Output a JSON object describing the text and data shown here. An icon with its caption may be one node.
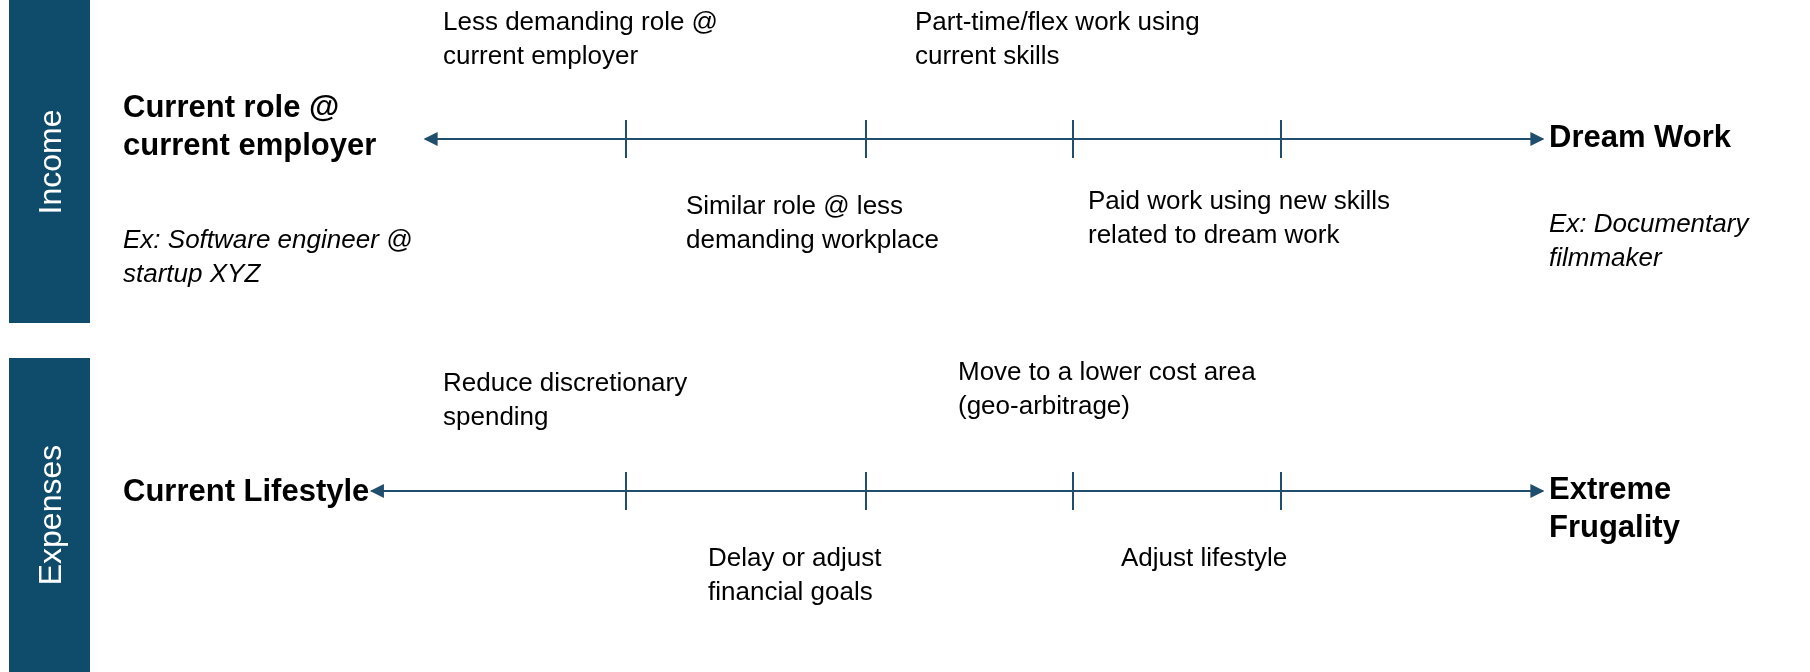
{
  "diagram": {
    "nodes": [
      {
        "text": [
          "Income"
        ]
      },
      {
        "text": [
          "Current role @ current employer",
          "Ex: Software engineer @ startup XYZ"
        ]
      },
      {
        "text": [
          "Dream Work",
          "Ex: Documentary filmmaker"
        ]
      },
      {
        "text": [
          "Expenses"
        ]
      },
      {
        "text": [
          "Current Lifestyle"
        ]
      },
      {
        "text": [
          "Extreme Frugality"
        ]
      }
    ],
    "edges": [
      {
        "from": 1,
        "to": 2,
        "arrow": "both"
      },
      {
        "from": 4,
        "to": 5,
        "arrow": "both"
      }
    ],
    "labels": [
      "Less demanding role @ current employer",
      "Part-time/flex work using current skills",
      "Similar role @ less demanding workplace",
      "Paid work using new skills related to dream work",
      "Reduce discretionary spending",
      "Move to a lower cost area (geo-arbitrage)",
      "Delay or adjust financial goals",
      "Adjust lifestyle"
    ]
  }
}
